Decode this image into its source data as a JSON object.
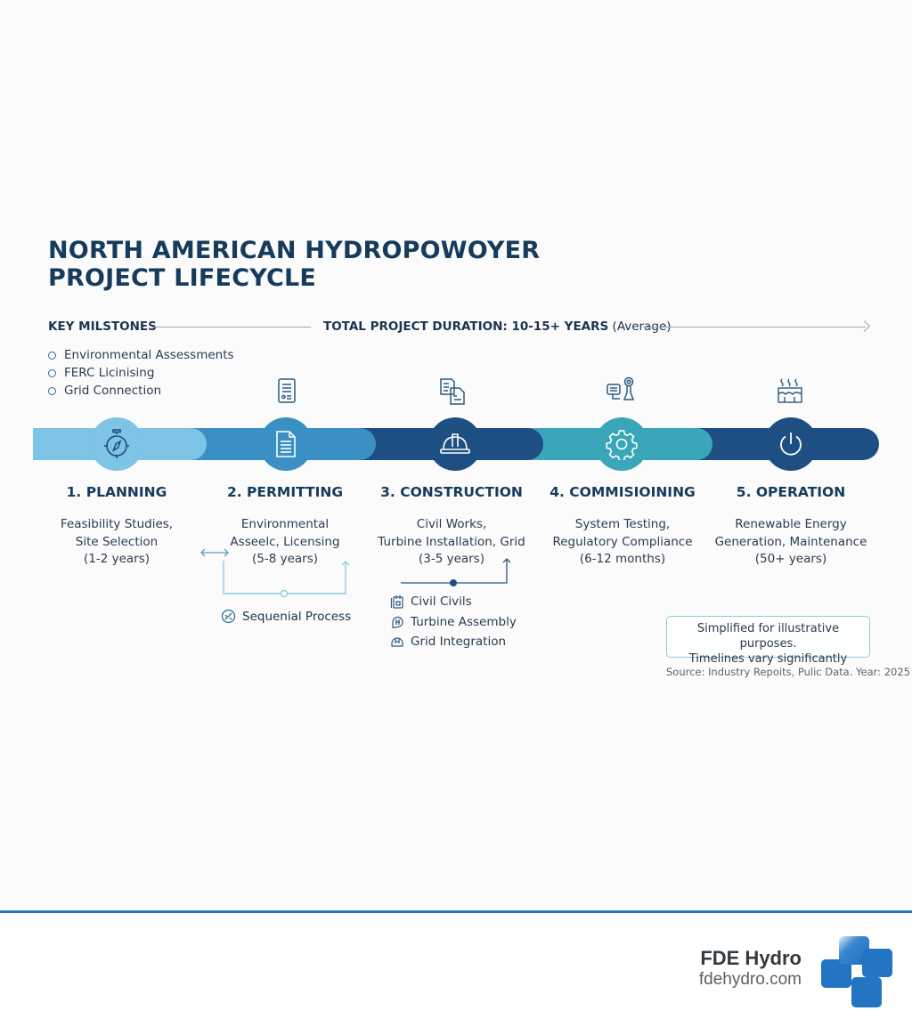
{
  "header": {
    "title_line1": "NORTH AMERICAN HYDROPOWOYER",
    "title_line2": "PROJECT LIFECYCLE"
  },
  "milestones": {
    "label": "KEY MILSTONES",
    "items": [
      {
        "label": "Environmental Assessments"
      },
      {
        "label": "FERC Licinising"
      },
      {
        "label": "Grid Connection"
      }
    ]
  },
  "duration": {
    "label_bold": "TOTAL PROJECT DURATION: 10-15+ YEARS",
    "label_regular": "(Average)"
  },
  "phases": [
    {
      "title": "1. PLANNING",
      "desc1": "Feasibility Studies,",
      "desc2": "Site Selection",
      "duration": "(1-2 years)",
      "icon": "compass-icon",
      "color": "#7dc4e6"
    },
    {
      "title": "2. PERMITTING",
      "desc1": "Environmental",
      "desc2": "Asseelc, Licensing",
      "duration": "(5-8 years)",
      "icon": "document-icon",
      "color": "#3a8fc4"
    },
    {
      "title": "3. CONSTRUCTION",
      "desc1": "Civil Works,",
      "desc2": "Turbine Installation, Grid",
      "duration": "(3-5 years)",
      "icon": "hard-hat-icon",
      "color": "#1d4f82"
    },
    {
      "title": "4. COMMISIOINING",
      "desc1": "System Testing,",
      "desc2": "Regulatory Compliance",
      "duration": "(6-12 months)",
      "icon": "gear-icon",
      "color": "#3aa6b9"
    },
    {
      "title": "5. OPERATION",
      "desc1": "Renewable Energy",
      "desc2": "Generation, Maintenance",
      "duration": "(50+ years)",
      "icon": "power-icon",
      "color": "#1d4f82"
    }
  ],
  "top_icons": [
    {
      "name": "checklist-document-icon"
    },
    {
      "name": "documents-stack-icon"
    },
    {
      "name": "monitor-control-icon"
    },
    {
      "name": "hydro-plant-icon"
    }
  ],
  "sequential": {
    "label": "Sequenial Process"
  },
  "construction_steps": [
    {
      "label": "Civil Civils"
    },
    {
      "label": "Turbine Assembly"
    },
    {
      "label": "Grid Integration"
    }
  ],
  "note": {
    "line1": "Simplified for illustrative purposes.",
    "line2": "Timelines vary significantly"
  },
  "source": "Source: Industry Repoits, Pulic Data. Year: 2025",
  "footer": {
    "brand_name": "FDE Hydro",
    "brand_url": "fdehydro.com",
    "accent_color": "#2474bc"
  }
}
